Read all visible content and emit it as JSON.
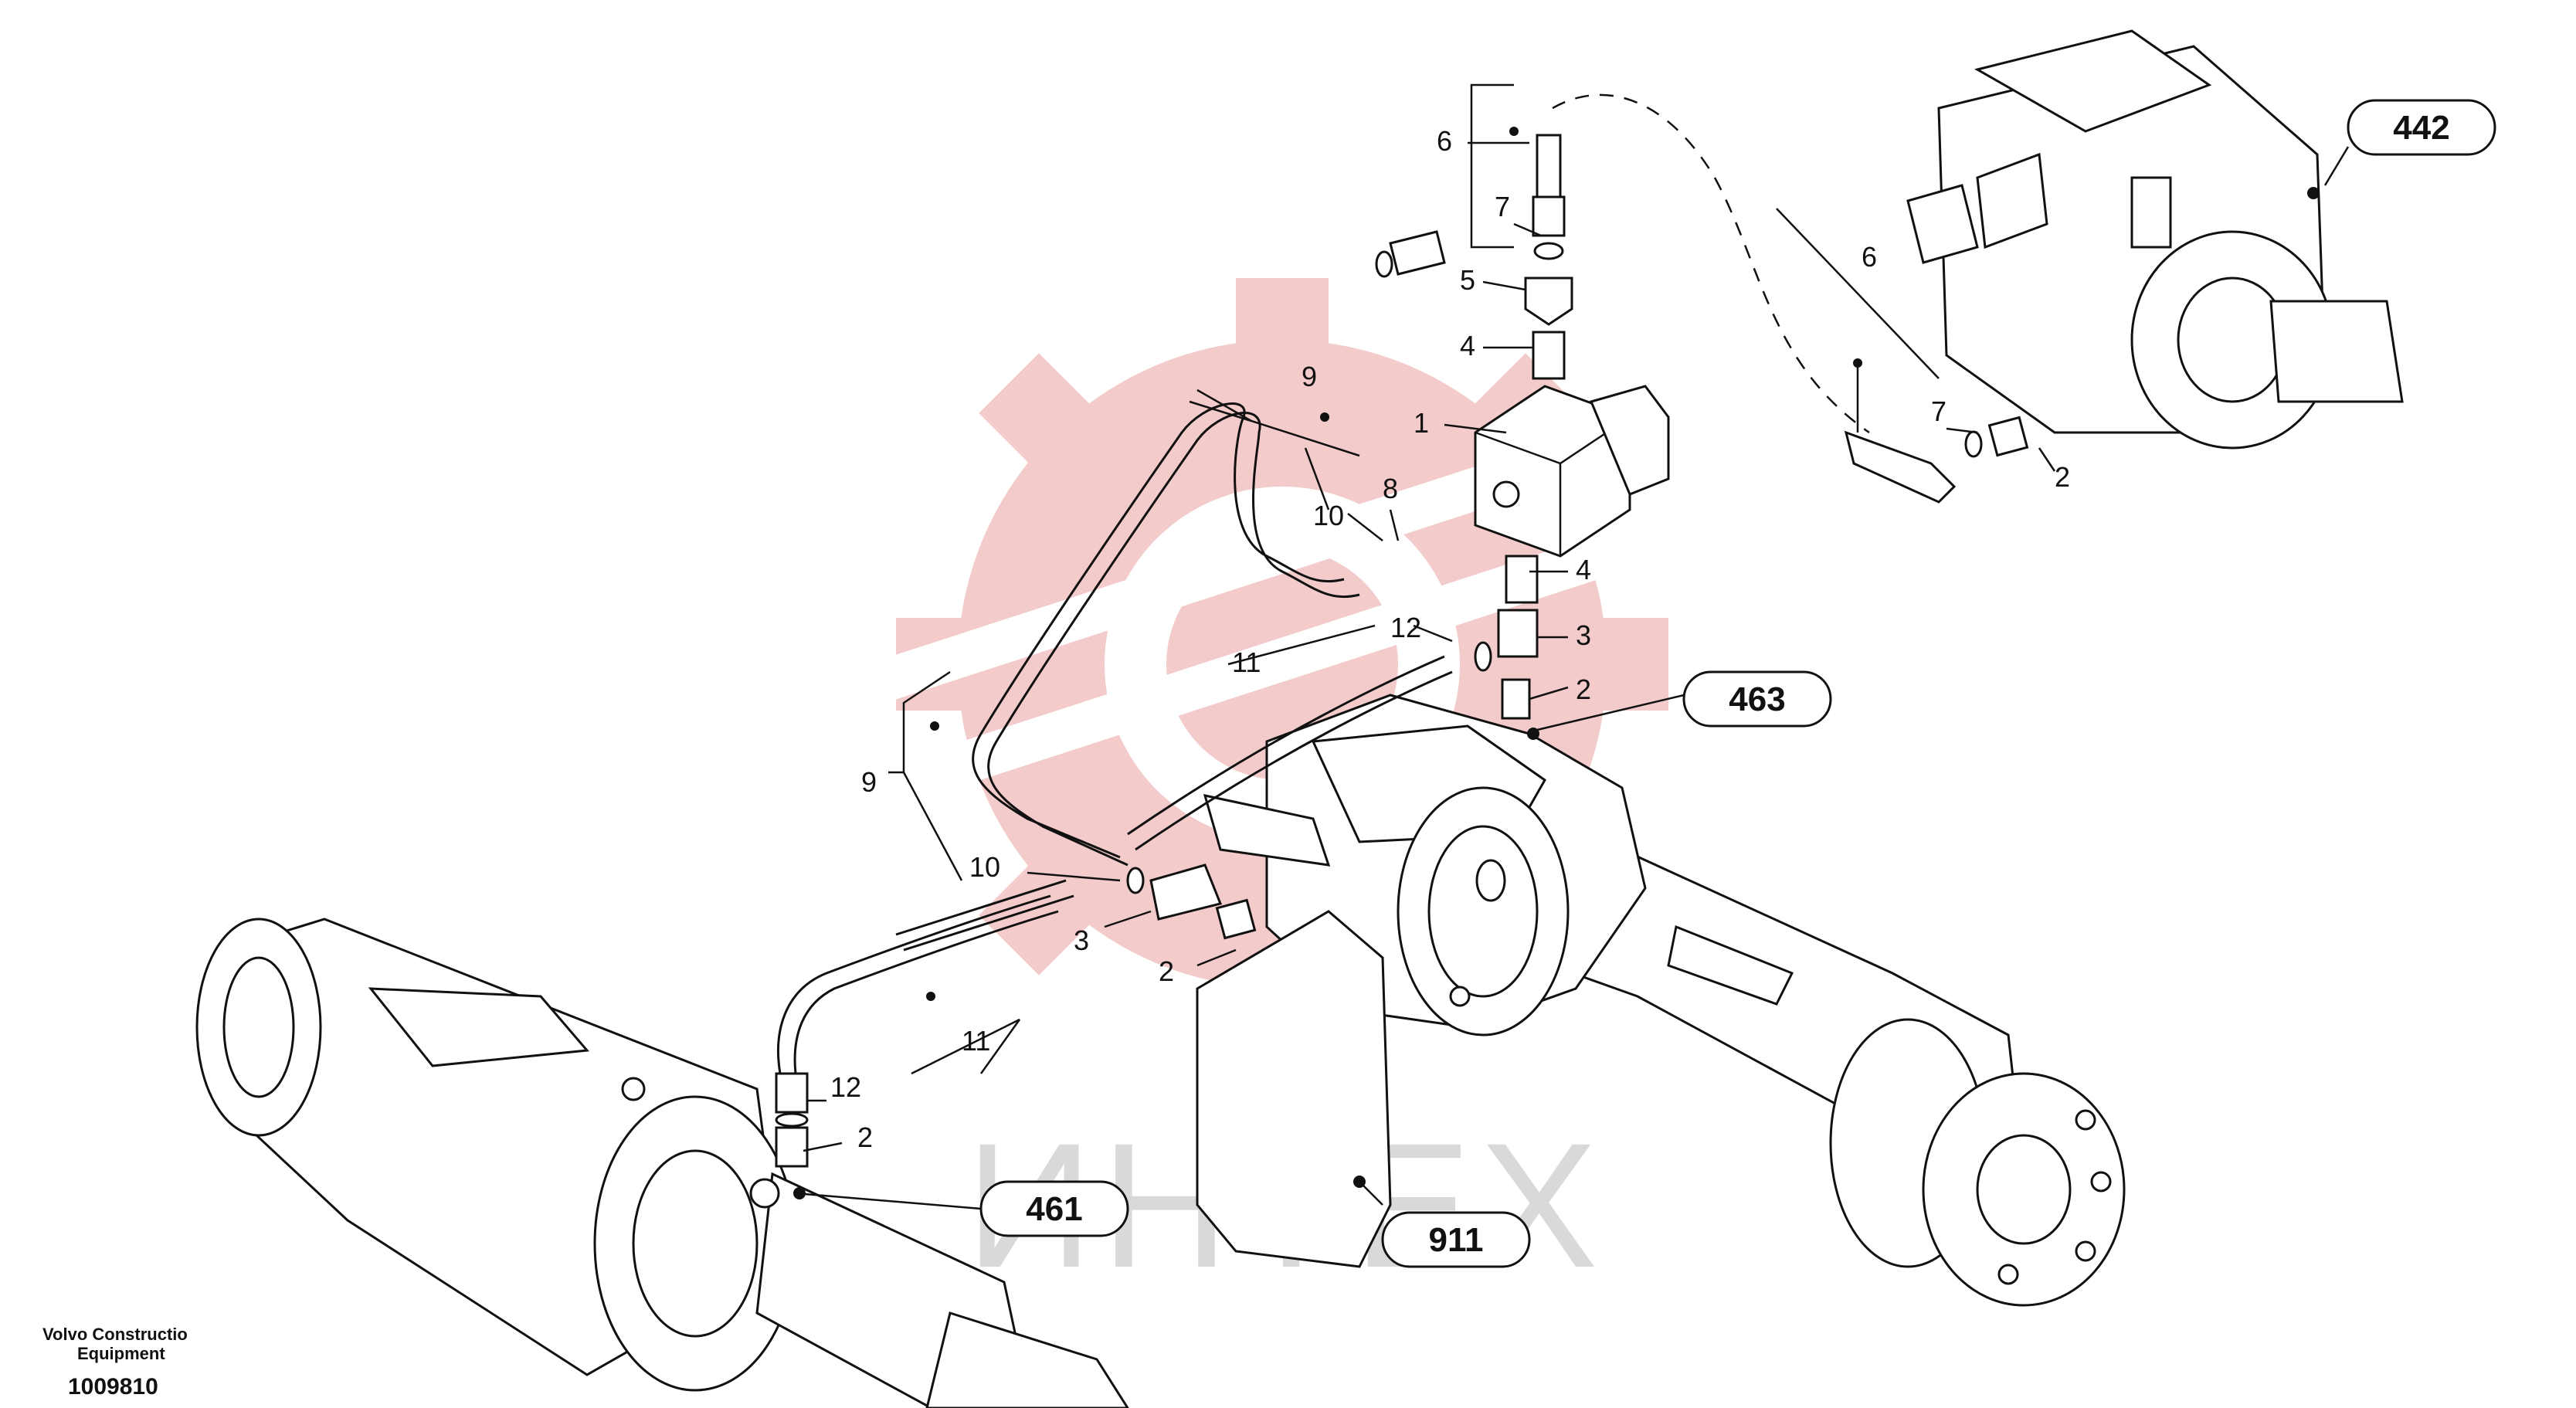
{
  "callouts": {
    "c1": "1",
    "c2a": "2",
    "c2b": "2",
    "c2c": "2",
    "c2d": "2",
    "c3a": "3",
    "c3b": "3",
    "c4a": "4",
    "c4b": "4",
    "c5": "5",
    "c6a": "6",
    "c6b": "6",
    "c7a": "7",
    "c7b": "7",
    "c8": "8",
    "c9a": "9",
    "c9b": "9",
    "c10a": "10",
    "c10b": "10",
    "c11a": "11",
    "c11b": "11",
    "c12a": "12",
    "c12b": "12"
  },
  "references": {
    "r442": "442",
    "r463": "463",
    "r461": "461",
    "r911": "911"
  },
  "watermark": "ИНТЕХ",
  "footer": {
    "manufacturer_line1": "Volvo Constructio",
    "manufacturer_line2": "Equipment",
    "drawing_number": "1009810"
  },
  "colors": {
    "watermark_red": "#f3c6c6",
    "watermark_gray": "#d9d9d9",
    "ink": "#111111"
  }
}
